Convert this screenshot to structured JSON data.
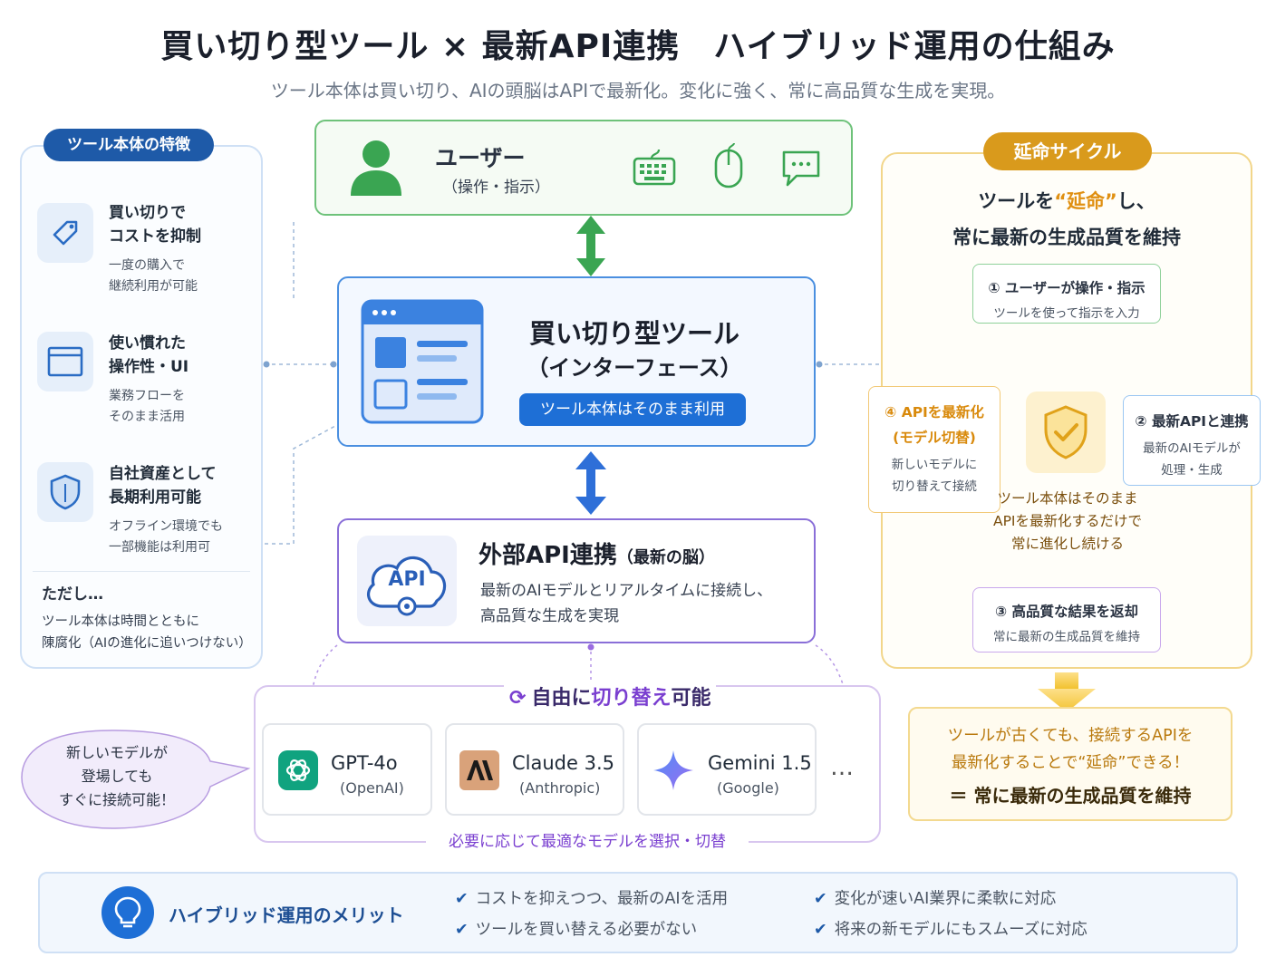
{
  "header": {
    "title": "買い切り型ツール × 最新API連携　ハイブリッド運用の仕組み",
    "subtitle": "ツール本体は買い切り、AIの頭脳はAPIで最新化。変化に強く、常に高品質な生成を実現。"
  },
  "left_panel": {
    "badge": "ツール本体の特徴",
    "features": [
      {
        "title_1": "買い切りで",
        "title_2": "コストを抑制",
        "desc_1": "一度の購入で",
        "desc_2": "継続利用が可能",
        "icon": "tag-icon"
      },
      {
        "title_1": "使い慣れた",
        "title_2": "操作性・UI",
        "desc_1": "業務フローを",
        "desc_2": "そのまま活用",
        "icon": "window-icon"
      },
      {
        "title_1": "自社資産として",
        "title_2": "長期利用可能",
        "desc_1": "オフライン環境でも",
        "desc_2": "一部機能は利用可",
        "icon": "shield-icon"
      }
    ],
    "caveat": {
      "title": "ただし…",
      "line_1": "ツール本体は時間とともに",
      "line_2": "陳腐化（AIの進化に追いつけない）"
    }
  },
  "user": {
    "label": "ユーザー",
    "sub": "（操作・指示）",
    "icons": [
      "user-icon",
      "keyboard-icon",
      "mouse-icon",
      "chat-icon"
    ]
  },
  "tool": {
    "title": "買い切り型ツール",
    "sub": "（インターフェース）",
    "pill": "ツール本体はそのまま利用"
  },
  "api": {
    "icon_text": "API",
    "title": "外部API連携",
    "title_sub": "（最新の脳）",
    "desc_1": "最新のAIモデルとリアルタイムに接続し、",
    "desc_2": "高品質な生成を実現"
  },
  "switch": {
    "label_pre": "自由に",
    "label_accent": "切り替え",
    "label_post": "可能",
    "footer": "必要に応じて最適なモデルを選択・切替",
    "more": "…",
    "models": [
      {
        "name": "GPT-4o",
        "org": "(OpenAI)",
        "icon": "openai-icon"
      },
      {
        "name": "Claude 3.5",
        "org": "(Anthropic)",
        "icon": "anthropic-icon"
      },
      {
        "name": "Gemini 1.5",
        "org": "(Google)",
        "icon": "gemini-icon"
      }
    ]
  },
  "bubble": {
    "line_1": "新しいモデルが",
    "line_2": "登場しても",
    "line_3": "すぐに接続可能！"
  },
  "cycle": {
    "badge": "延命サイクル",
    "head_pre": "ツールを",
    "head_accent": "“延命”",
    "head_post": "し、",
    "head_2": "常に最新の生成品質を維持",
    "steps": [
      {
        "title": "① ユーザーが操作・指示",
        "desc": "ツールを使って指示を入力"
      },
      {
        "title": "② 最新APIと連携",
        "desc_1": "最新のAIモデルが",
        "desc_2": "処理・生成"
      },
      {
        "title": "③ 高品質な結果を返却",
        "desc": "常に最新の生成品質を維持"
      },
      {
        "title_1": "④ APIを最新化",
        "title_2": "(モデル切替)",
        "desc_1": "新しいモデルに",
        "desc_2": "切り替えて接続"
      }
    ],
    "center_1": "ツール本体はそのまま",
    "center_2": "APIを最新化するだけで",
    "center_3": "常に進化し続ける"
  },
  "conclusion": {
    "line_1": "ツールが古くても、接続するAPIを",
    "line_2": "最新化することで“延命”できる！",
    "line_3": "＝ 常に最新の生成品質を維持"
  },
  "merit": {
    "title": "ハイブリッド運用のメリット",
    "items": [
      "コストを抑えつつ、最新のAIを活用",
      "ツールを買い替える必要がない",
      "変化が速いAI業界に柔軟に対応",
      "将来の新モデルにもスムーズに対応"
    ]
  },
  "colors": {
    "primary_blue": "#1e6fd6",
    "green": "#3aa552",
    "purple": "#7a3fd0",
    "orange": "#d99a1c"
  }
}
